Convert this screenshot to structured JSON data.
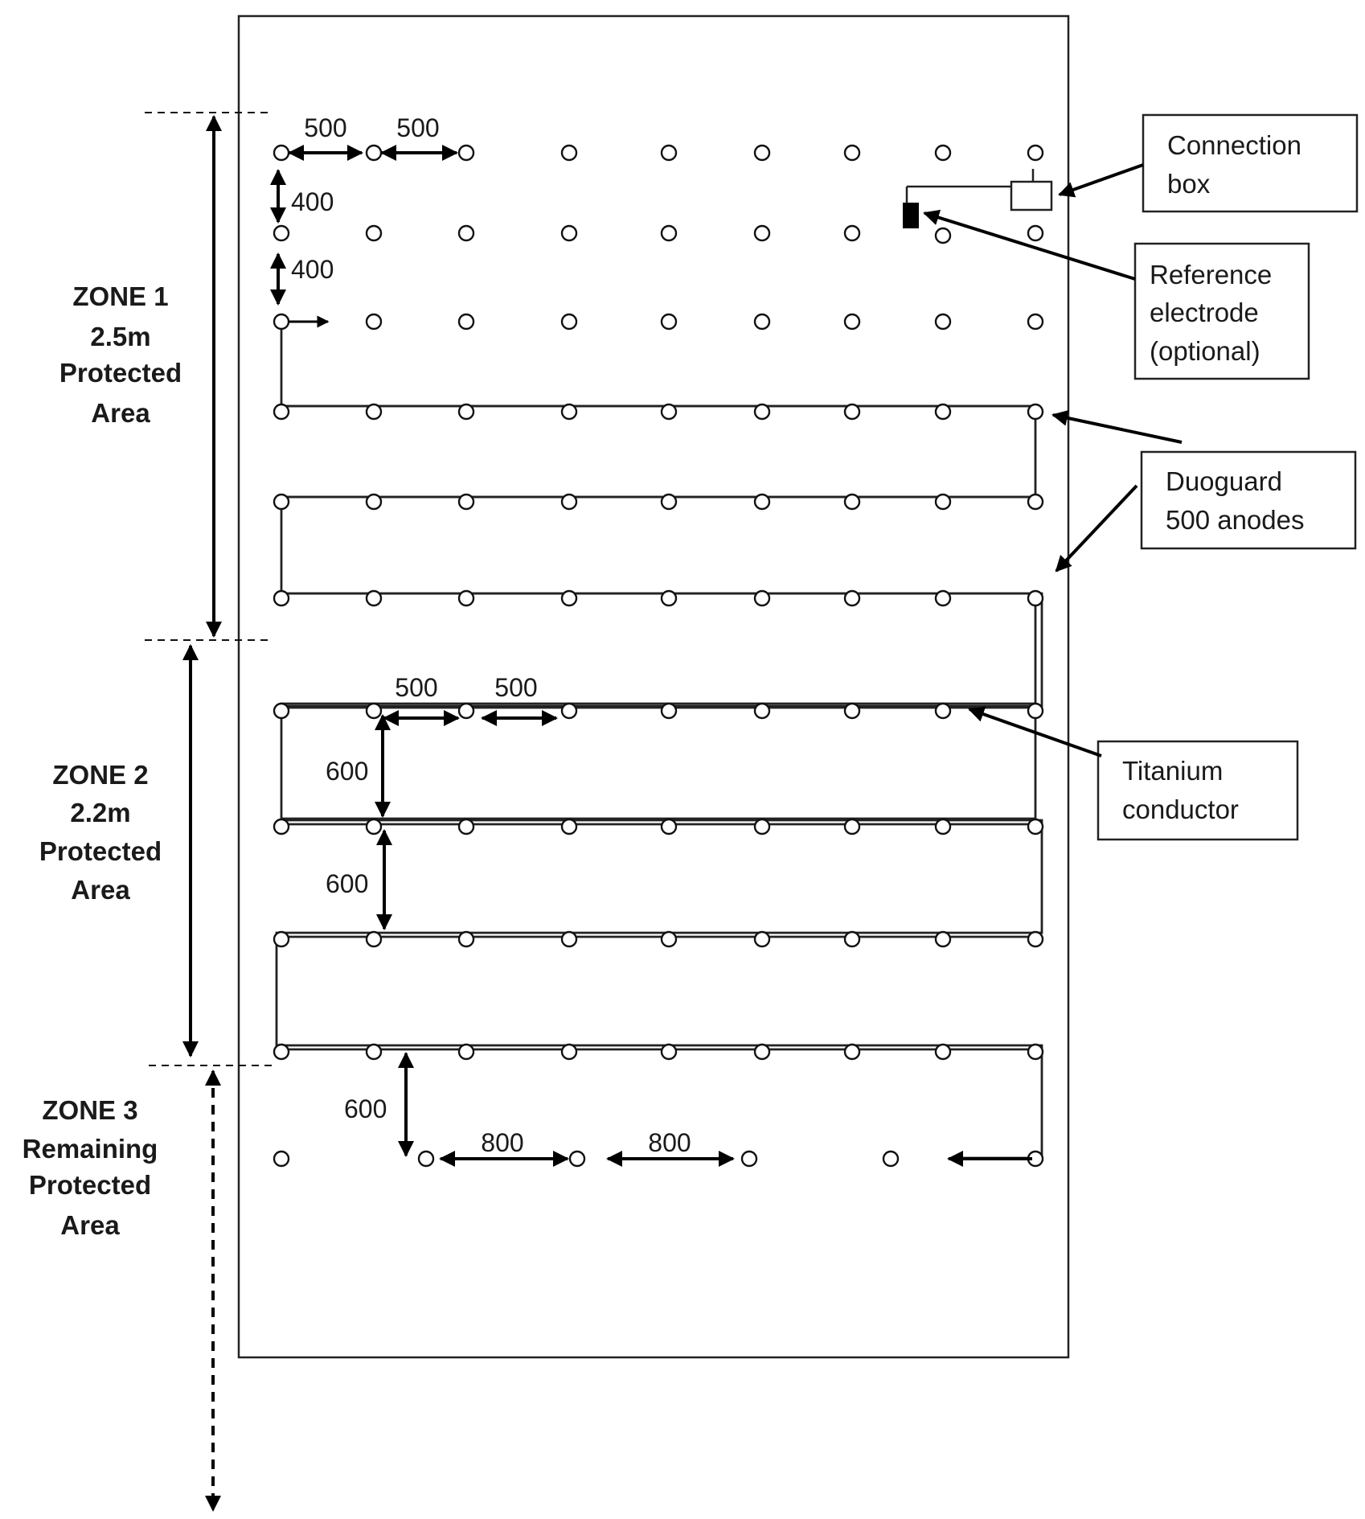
{
  "zones": [
    {
      "id": "zone1",
      "lines": [
        "ZONE 1",
        "2.5m",
        "Protected",
        "Area"
      ]
    },
    {
      "id": "zone2",
      "lines": [
        "ZONE 2",
        "2.2m",
        "Protected",
        "Area"
      ]
    },
    {
      "id": "zone3",
      "lines": [
        "ZONE 3",
        "Remaining",
        "Protected",
        "Area"
      ]
    }
  ],
  "dimensions": {
    "zone1_h1": "500",
    "zone1_h2": "500",
    "zone1_v1": "400",
    "zone1_v2": "400",
    "zone2_h1": "500",
    "zone2_h2": "500",
    "zone2_v1": "600",
    "zone2_v2": "600",
    "zone3_v": "600",
    "zone3_h1": "800",
    "zone3_h2": "800"
  },
  "callouts": {
    "connection_box": [
      "Connection",
      "box"
    ],
    "reference_electrode": [
      "Reference",
      "electrode",
      "(optional)"
    ],
    "anodes": [
      "Duoguard",
      "500 anodes"
    ],
    "titanium_conductor": [
      "Titanium",
      "conductor"
    ]
  },
  "colors": {
    "line": "#222222",
    "background": "#ffffff"
  }
}
